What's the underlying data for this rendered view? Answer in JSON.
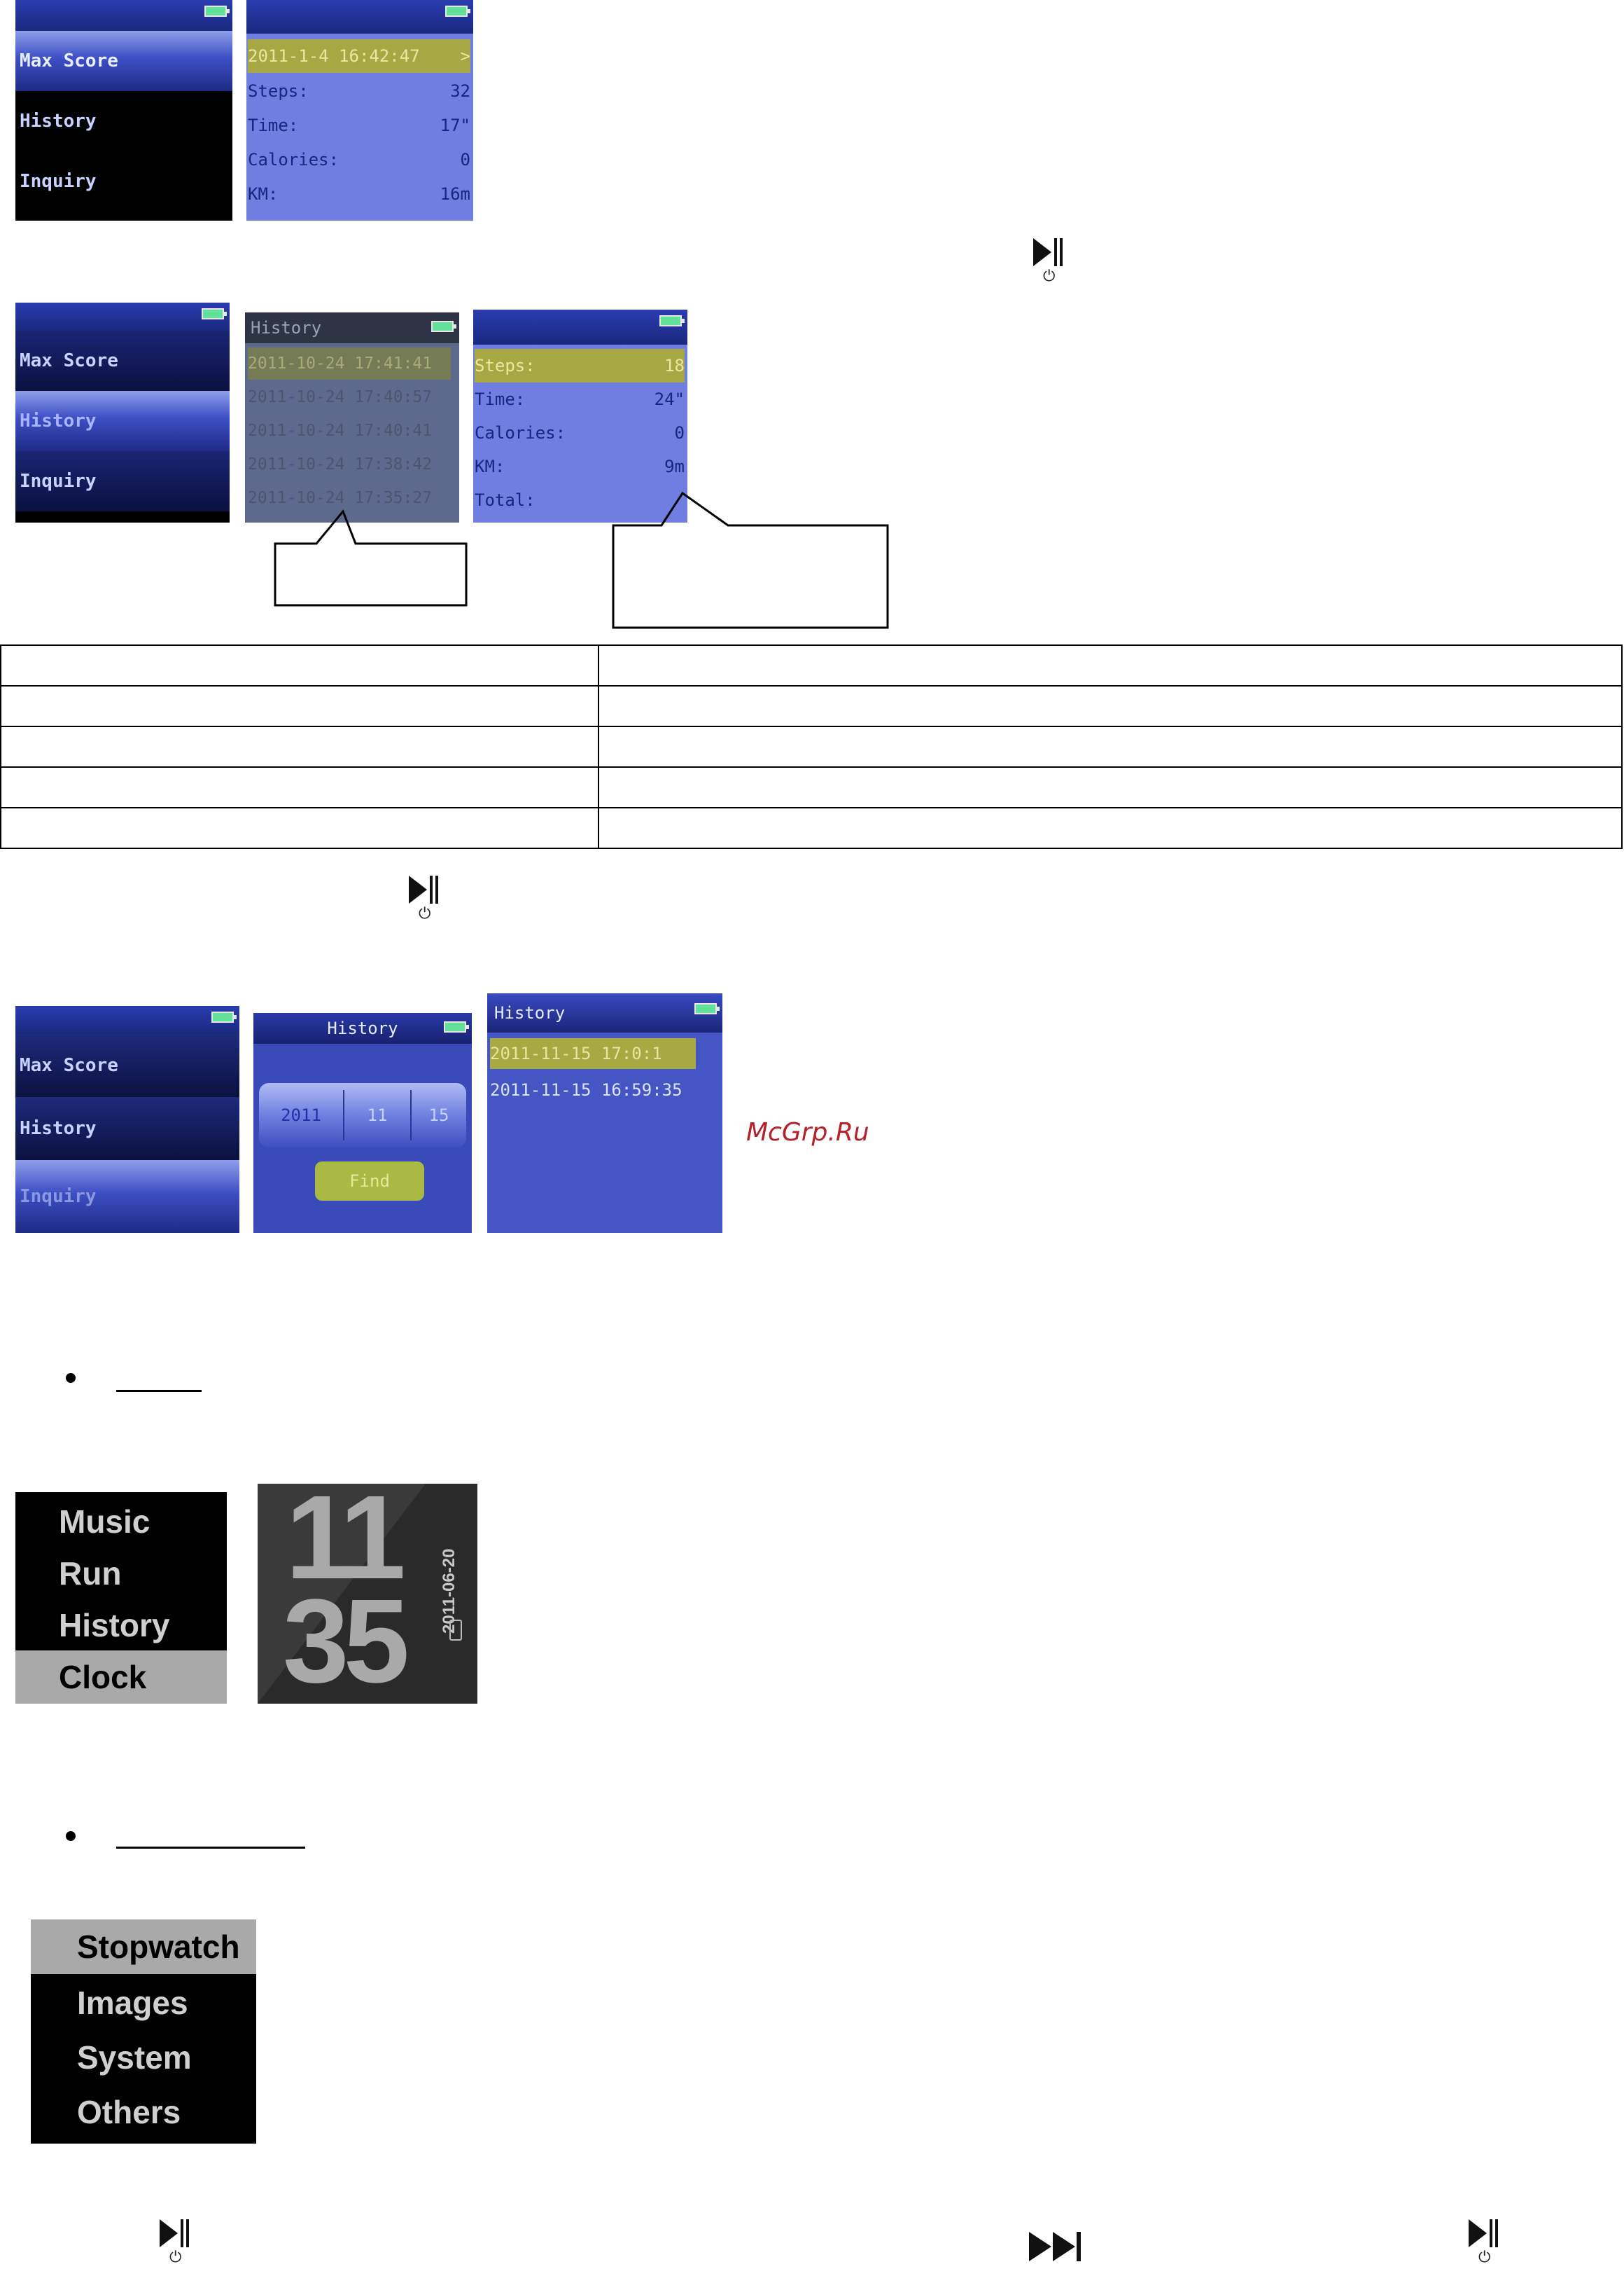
{
  "row1": {
    "menu": [
      "Max Score",
      "History",
      "Inquiry"
    ],
    "detail": {
      "selected": "2011-1-4 16:42:47",
      "arrow": ">",
      "rows": [
        {
          "label": "Steps:",
          "value": "32"
        },
        {
          "label": "Time:",
          "value": "17\""
        },
        {
          "label": "Calories:",
          "value": "0"
        },
        {
          "label": "KM:",
          "value": "16m"
        }
      ]
    }
  },
  "row2": {
    "menu": [
      "Max Score",
      "History",
      "Inquiry"
    ],
    "history": {
      "title": "History",
      "entries": [
        "2011-10-24 17:41:41",
        "2011-10-24 17:40:57",
        "2011-10-24 17:40:41",
        "2011-10-24 17:38:42",
        "2011-10-24 17:35:27"
      ]
    },
    "detail": {
      "rows": [
        {
          "label": "Steps:",
          "value": "18"
        },
        {
          "label": "Time:",
          "value": "24\""
        },
        {
          "label": "Calories:",
          "value": "0"
        },
        {
          "label": "KM:",
          "value": "9m"
        },
        {
          "label": "Total:",
          "value": ""
        }
      ]
    }
  },
  "row3": {
    "menu": [
      "Max Score",
      "History",
      "Inquiry"
    ],
    "picker": {
      "title": "History",
      "year": "2011",
      "month": "11",
      "day": "15",
      "find": "Find"
    },
    "results": {
      "title": "History",
      "entries": [
        "2011-11-15 17:0:1",
        "2011-11-15 16:59:35"
      ]
    }
  },
  "watermark": "McGrp.Ru",
  "clock_menu": [
    "Music",
    "Run",
    "History",
    "Clock"
  ],
  "clock_face": {
    "hours": "11",
    "minutes": "35",
    "date": "2011-06-20"
  },
  "tools_menu": [
    "Stopwatch",
    "Images",
    "System",
    "Others"
  ],
  "icons": {
    "play_pause": "play-pause-power-icon",
    "next": "next-track-icon",
    "power_glyph": "⏻"
  }
}
